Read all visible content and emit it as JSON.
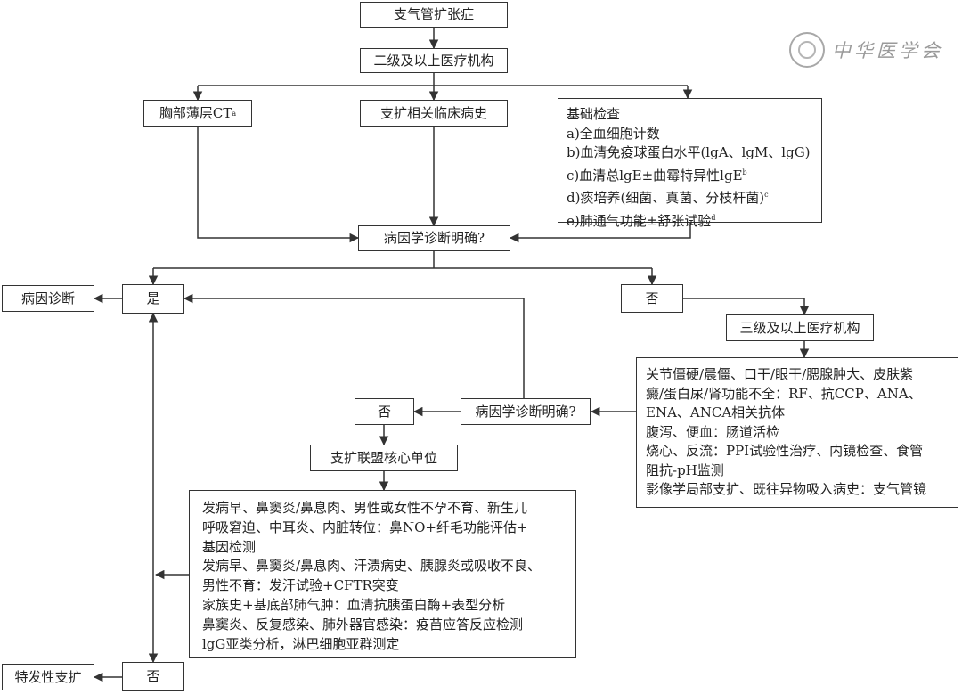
{
  "title": "支气管扩张症",
  "secondary_institution": "二级及以上医疗机构",
  "chest_ct": "胸部薄层CT",
  "chest_ct_note": "a",
  "clinical_history": "支扩相关临床病史",
  "basic_tests": {
    "heading": "基础检查",
    "items": [
      "a)全血细胞计数",
      "b)血清免疫球蛋白水平(lgA、lgM、lgG)",
      "c)血清总lgE±曲霉特异性lgE",
      "d)痰培养(细菌、真菌、分枝杆菌)",
      "e)肺通气功能±舒张试验"
    ],
    "notes": [
      "",
      "",
      "b",
      "c",
      "d"
    ]
  },
  "diagnosis_question_1": "病因学诊断明确?",
  "yes": "是",
  "no": "否",
  "etiology_diagnosis": "病因诊断",
  "tertiary_institution": "三级及以上医疗机构",
  "tertiary_tests": [
    "关节僵硬/晨僵、口干/眼干/腮腺肿大、皮肤紫",
    "癜/蛋白尿/肾功能不全：RF、抗CCP、ANA、",
    "ENA、ANCA相关抗体",
    "腹泻、便血：肠道活检",
    "烧心、反流：PPI试验性治疗、内镜检查、食管",
    "阻抗-pH监测",
    "影像学局部支扩、既往异物吸入病史：支气管镜"
  ],
  "diagnosis_question_2": "病因学诊断明确?",
  "no_2": "否",
  "alliance_core": "支扩联盟核心单位",
  "alliance_tests": [
    "发病早、鼻窦炎/鼻息肉、男性或女性不孕不育、新生儿",
    "呼吸窘迫、中耳炎、内脏转位：鼻NO+纤毛功能评估+",
    "基因检测",
    "发病早、鼻窦炎/鼻息肉、汗渍病史、胰腺炎或吸收不良、",
    "男性不育：发汗试验+CFTR突变",
    "家族史+基底部肺气肿：血清抗胰蛋白酶+表型分析",
    "鼻窦炎、反复感染、肺外器官感染：疫苗应答反应检测",
    "lgG亚类分析，淋巴细胞亚群测定"
  ],
  "no_3": "否",
  "idiopathic": "特发性支扩",
  "watermark": "中华医学会",
  "colors": {
    "line": "#333333",
    "watermark": "#9a9a9a"
  }
}
